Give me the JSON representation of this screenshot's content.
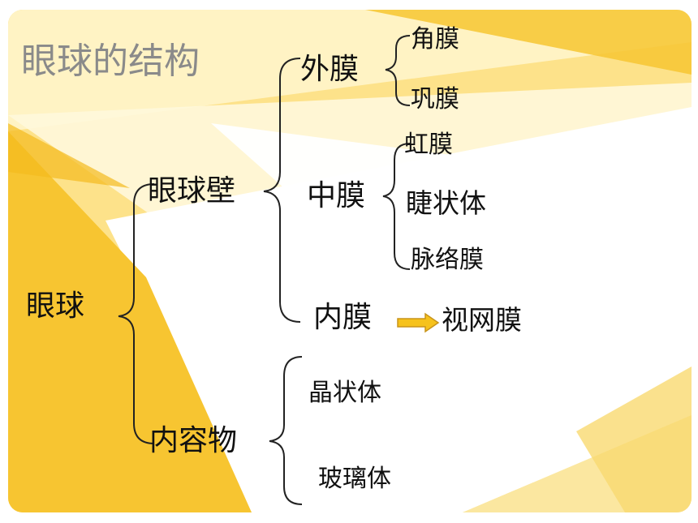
{
  "title": "眼球的结构",
  "root": "眼球",
  "wall": {
    "label": "眼球壁",
    "outer": {
      "label": "外膜",
      "children": [
        "角膜",
        "巩膜"
      ]
    },
    "middle": {
      "label": "中膜",
      "children": [
        "虹膜",
        "睫状体",
        "脉络膜"
      ]
    },
    "inner": {
      "label": "内膜",
      "target": "视网膜"
    }
  },
  "contents": {
    "label": "内容物",
    "children": [
      "晶状体",
      "玻璃体"
    ]
  },
  "colors": {
    "background_yellow": "#fde28a",
    "accent_yellow": "#f7c531",
    "arrow_fill": "#f6c21c",
    "arrow_stroke": "#c8941a",
    "title_gray": "#8a8a8a"
  }
}
